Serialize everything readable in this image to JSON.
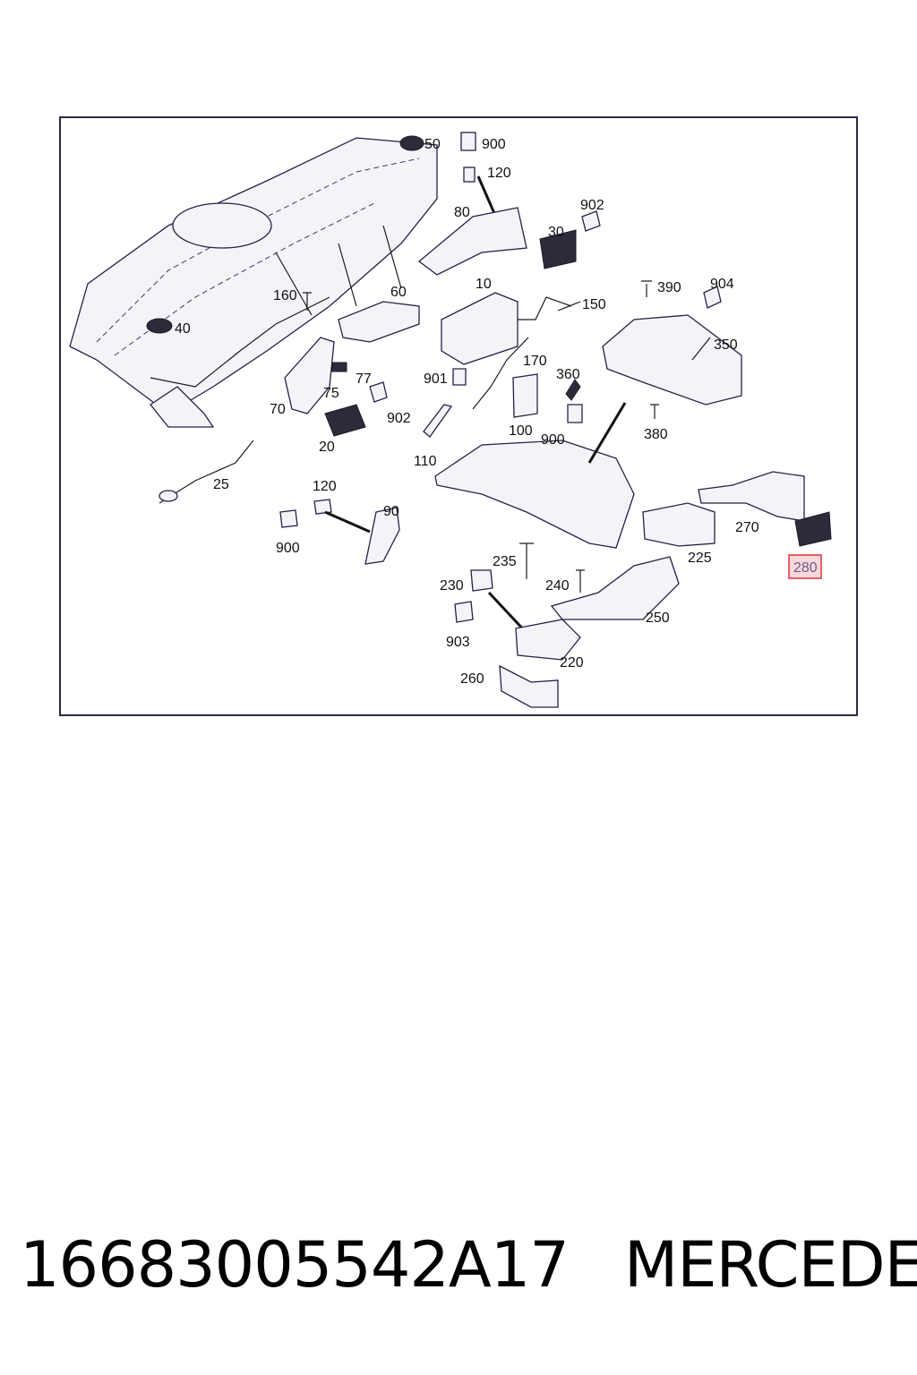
{
  "diagram": {
    "callouts": {
      "c50": "50",
      "c900a": "900",
      "c120a": "120",
      "c80": "80",
      "c902a": "902",
      "c30": "30",
      "c10": "10",
      "c150": "150",
      "c390": "390",
      "c904": "904",
      "c160": "160",
      "c60": "60",
      "c40": "40",
      "c350": "350",
      "c170": "170",
      "c901": "901",
      "c77": "77",
      "c75": "75",
      "c360": "360",
      "c70": "70",
      "c902b": "902",
      "c100": "100",
      "c900b": "900",
      "c380": "380",
      "c20": "20",
      "c110": "110",
      "c25": "25",
      "c120b": "120",
      "c90": "90",
      "c270": "270",
      "c900c": "900",
      "c235": "235",
      "c225": "225",
      "c280": "280",
      "c230": "230",
      "c240": "240",
      "c250": "250",
      "c903": "903",
      "c220": "220",
      "c260": "260"
    },
    "highlighted_callout": "280",
    "highlight_color": "#e0303a"
  },
  "footer": {
    "part_number": "16683005542A17",
    "brand": "MERCEDES"
  }
}
